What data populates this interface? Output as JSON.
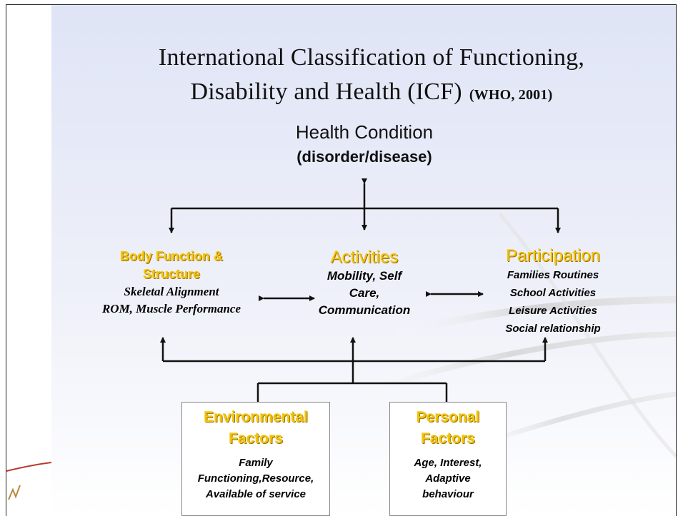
{
  "title": {
    "line1": "International Classification of Functioning,",
    "line2": "Disability and Health (ICF)",
    "suffix": "(WHO, 2001)"
  },
  "health_condition": {
    "title": "Health Condition",
    "subtitle": "(disorder/disease)"
  },
  "body_function": {
    "heading_line1": "Body Function &",
    "heading_line2": "Structure",
    "lines": [
      "Skeletal Alignment",
      "ROM, Muscle Performance"
    ]
  },
  "activities": {
    "heading": "Activities",
    "lines": [
      "Mobility, Self",
      "Care,",
      "Communication"
    ]
  },
  "participation": {
    "heading": "Participation",
    "lines": [
      "Families Routines",
      "School Activities",
      "Leisure Activities",
      "Social relationship"
    ]
  },
  "environmental_factors": {
    "heading_line1": "Environmental",
    "heading_line2": "Factors",
    "lines": [
      "Family",
      "Functioning,Resource,",
      "Available of service"
    ]
  },
  "personal_factors": {
    "heading_line1": "Personal",
    "heading_line2": "Factors",
    "lines": [
      "Age, Interest,",
      "Adaptive",
      "behaviour"
    ]
  },
  "colors": {
    "heading_yellow": "#f1c40f",
    "background_tint": "#dfe4f6",
    "swoosh": "#c8c8c8",
    "line": "#111111"
  }
}
